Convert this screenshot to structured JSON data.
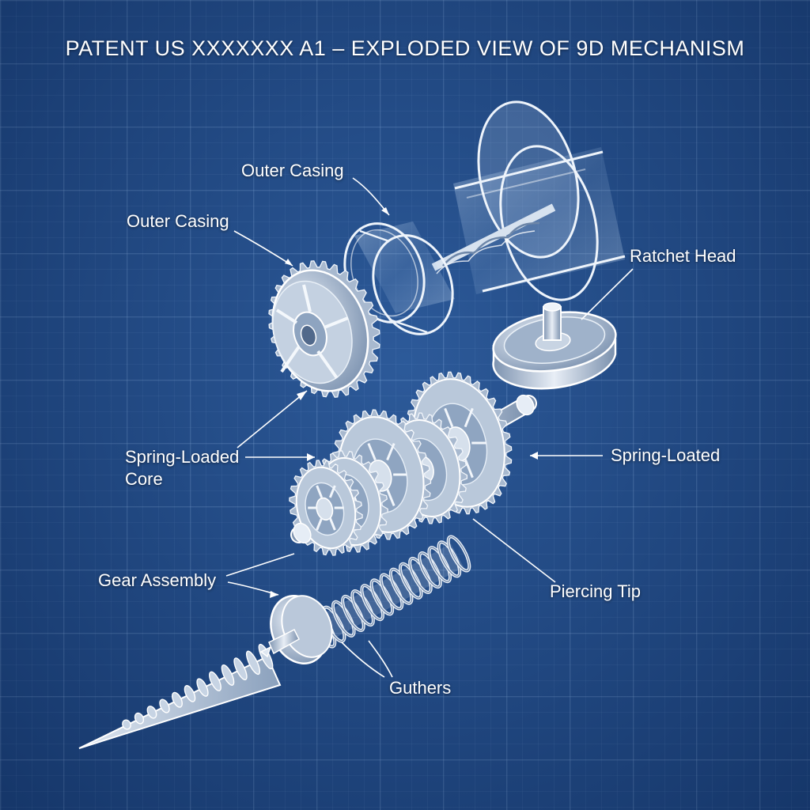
{
  "title": "PATENT US XXXXXXX A1  – EXPLODED VIEW OF 9D MECHANISM",
  "colors": {
    "background": "#1f4a86",
    "line": "#ffffff",
    "metal": "#c9d6e4"
  },
  "labels": {
    "outer_casing_top": "Outer Casing",
    "outer_casing_left": "Outer Casing",
    "ratchet_head": "Ratchet Head",
    "spring_loaded_core_line1": "Spring-Loaded",
    "spring_loaded_core_line2": "Core",
    "spring_located": "Spring-Loated",
    "gear_assembly": "Gear Assembly",
    "piercing_tip": "Piercing Tip",
    "guthers": "Guthers"
  }
}
